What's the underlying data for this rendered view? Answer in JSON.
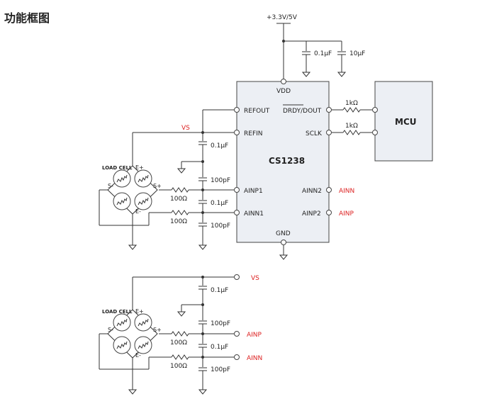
{
  "title": "功能框图",
  "supply": "+3.3V/5V",
  "chip": {
    "name": "CS1238",
    "pins": {
      "vdd": "VDD",
      "gnd": "GND",
      "refout": "REFOUT",
      "refin": "REFIN",
      "ainp1": "AINP1",
      "ainn1": "AINN1",
      "drdy_dout": "DRDY/DOUT",
      "sclk": "SCLK",
      "ainn2": "AINN2",
      "ainp2": "AINP2"
    }
  },
  "mcu": "MCU",
  "values": {
    "cap_100n": "0.1μF",
    "cap_10u": "10μF",
    "cap_100p": "100pF",
    "res_1k": "1kΩ",
    "res_100": "100Ω"
  },
  "net_labels": {
    "vs": "VS",
    "ainn": "AINN",
    "ainp": "AINP"
  },
  "load_cell": {
    "title": "LOAD CELL",
    "e_plus": "E+",
    "e_minus": "E-",
    "s_plus": "S+",
    "s_minus": "S-"
  },
  "colors": {
    "net_label": "#dd2222",
    "chip_fill": "#eceff4"
  }
}
